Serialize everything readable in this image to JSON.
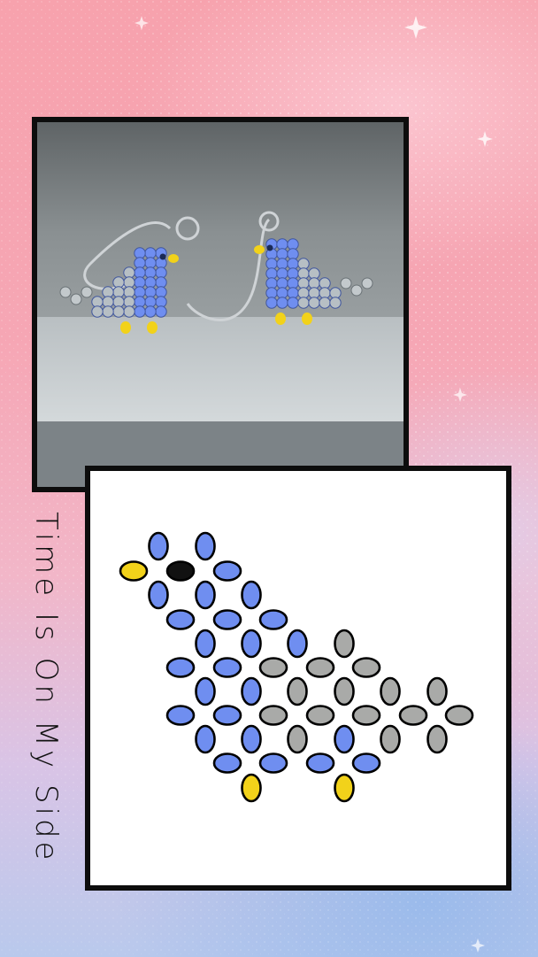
{
  "side_caption": "Time Is On My Side",
  "colors": {
    "bead_blue": "#6f8ef0",
    "bead_gray": "#a9aaa8",
    "bead_yellow": "#f2d21a",
    "bead_black": "#111111",
    "frame": "#0d0d0d"
  },
  "photo": {
    "subject": "beaded bird earrings"
  },
  "pattern": {
    "subject": "bird bead pattern",
    "bead_colors": [
      "blue",
      "gray",
      "yellow",
      "black"
    ]
  }
}
